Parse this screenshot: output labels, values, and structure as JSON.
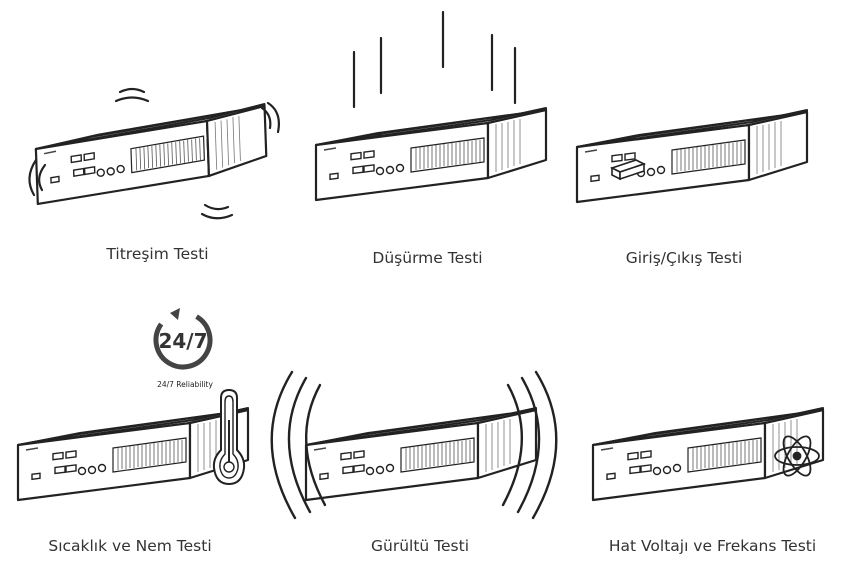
{
  "tests": [
    {
      "id": "vibration",
      "label": "Titreşim Testi"
    },
    {
      "id": "drop",
      "label": "Düşürme Testi"
    },
    {
      "id": "io",
      "label": "Giriş/Çıkış Testi"
    },
    {
      "id": "temperature",
      "label": "Sıcaklık ve Nem Testi"
    },
    {
      "id": "noise",
      "label": "Gürültü Testi"
    },
    {
      "id": "voltage",
      "label": "Hat Voltajı ve Frekans Testi"
    }
  ],
  "badge": {
    "number": "24/7",
    "text": "24/7 Reliability"
  },
  "colors": {
    "line": "#222222",
    "text": "#333333",
    "background": "#ffffff"
  },
  "icons": [
    "vibration-waves-icon",
    "drop-lines-icon",
    "usb-drive-icon",
    "reliability-247-icon",
    "thermometer-icon",
    "sound-waves-icon",
    "atom-icon"
  ]
}
